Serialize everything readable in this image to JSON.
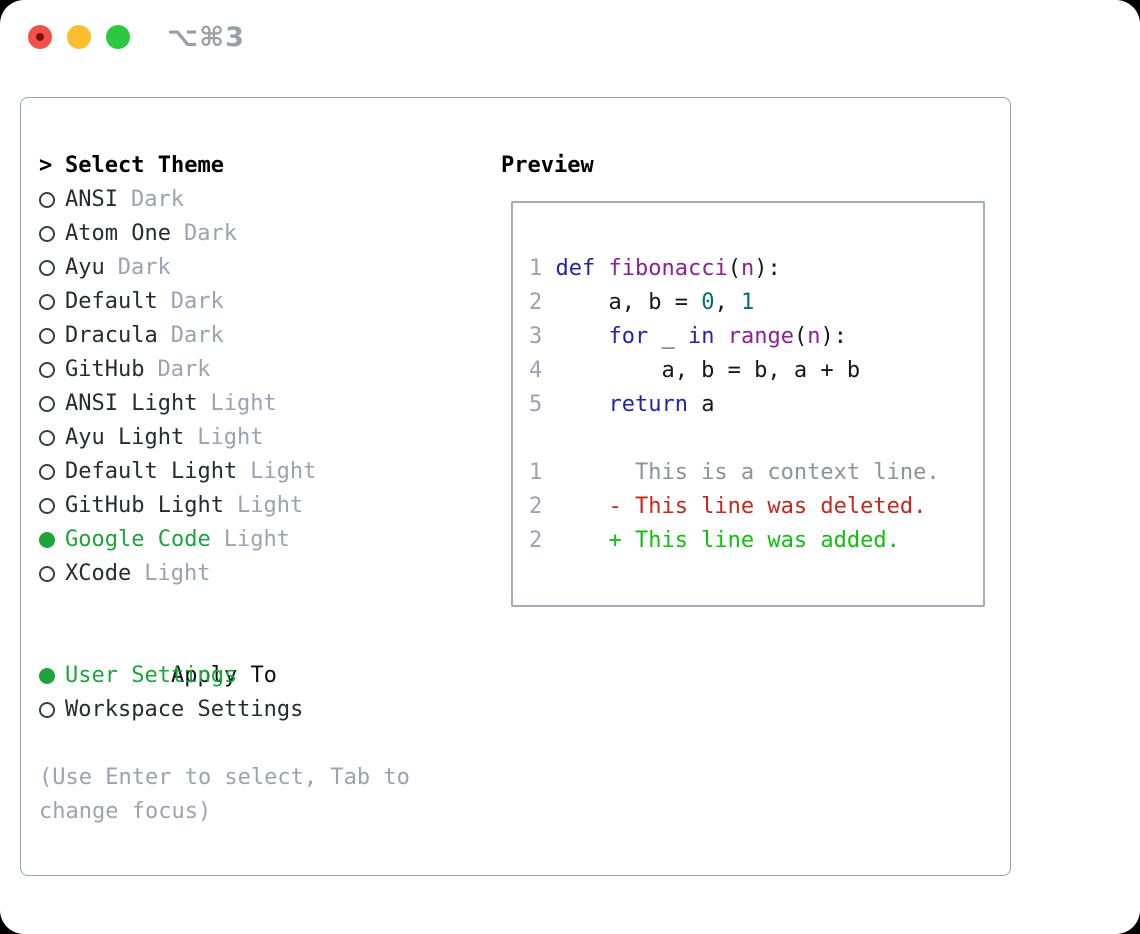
{
  "window": {
    "title": "⌥⌘3",
    "controls": [
      {
        "name": "close",
        "color": "#f4504b",
        "inner_dot_color": "#7a1010"
      },
      {
        "name": "minimize",
        "color": "#fcbd2f"
      },
      {
        "name": "zoom",
        "color": "#2bc840"
      }
    ]
  },
  "theme_selector": {
    "focus_marker": ">",
    "header": "Select Theme",
    "items": [
      {
        "name": "ANSI",
        "tag": "Dark",
        "selected": false
      },
      {
        "name": "Atom One",
        "tag": "Dark",
        "selected": false
      },
      {
        "name": "Ayu",
        "tag": "Dark",
        "selected": false
      },
      {
        "name": "Default",
        "tag": "Dark",
        "selected": false
      },
      {
        "name": "Dracula",
        "tag": "Dark",
        "selected": false
      },
      {
        "name": "GitHub",
        "tag": "Dark",
        "selected": false
      },
      {
        "name": "ANSI Light",
        "tag": "Light",
        "selected": false
      },
      {
        "name": "Ayu Light",
        "tag": "Light",
        "selected": false
      },
      {
        "name": "Default Light",
        "tag": "Light",
        "selected": false
      },
      {
        "name": "GitHub Light",
        "tag": "Light",
        "selected": false
      },
      {
        "name": "Google Code",
        "tag": "Light",
        "selected": true
      },
      {
        "name": "XCode",
        "tag": "Light",
        "selected": false
      }
    ]
  },
  "apply_to": {
    "header": "Apply To",
    "options": [
      {
        "name": "User Settings",
        "selected": true
      },
      {
        "name": "Workspace Settings",
        "selected": false
      }
    ]
  },
  "help_lines": [
    "(Use Enter to select, Tab to",
    "change focus)"
  ],
  "preview": {
    "heading": "Preview",
    "lines": [
      {
        "num": "1",
        "kind": "code",
        "tokens": [
          [
            "def",
            "keyword"
          ],
          [
            " ",
            "plain"
          ],
          [
            "fibonacci",
            "title"
          ],
          [
            "(",
            "plain"
          ],
          [
            "n",
            "title"
          ],
          [
            "):",
            "plain"
          ]
        ]
      },
      {
        "num": "2",
        "kind": "code",
        "tokens": [
          [
            "    a, b = ",
            "plain"
          ],
          [
            "0",
            "number"
          ],
          [
            ", ",
            "plain"
          ],
          [
            "1",
            "number"
          ]
        ]
      },
      {
        "num": "3",
        "kind": "code",
        "tokens": [
          [
            "    ",
            "plain"
          ],
          [
            "for",
            "keyword"
          ],
          [
            " _ ",
            "plain"
          ],
          [
            "in",
            "keyword"
          ],
          [
            " ",
            "plain"
          ],
          [
            "range",
            "title"
          ],
          [
            "(",
            "plain"
          ],
          [
            "n",
            "title"
          ],
          [
            "):",
            "plain"
          ]
        ]
      },
      {
        "num": "4",
        "kind": "code",
        "tokens": [
          [
            "        a, b = b, a + b",
            "plain"
          ]
        ]
      },
      {
        "num": "5",
        "kind": "code",
        "tokens": [
          [
            "    ",
            "plain"
          ],
          [
            "return",
            "keyword"
          ],
          [
            " a",
            "plain"
          ]
        ]
      },
      {
        "num": "",
        "kind": "blank",
        "tokens": []
      },
      {
        "num": "1",
        "kind": "diff-context",
        "tokens": [
          [
            "      This is a context line.",
            "context"
          ]
        ]
      },
      {
        "num": "2",
        "kind": "diff-deleted",
        "tokens": [
          [
            "    - This line was deleted.",
            "deleted"
          ]
        ]
      },
      {
        "num": "2",
        "kind": "diff-added",
        "tokens": [
          [
            "    + This line was added.",
            "added"
          ]
        ]
      }
    ]
  },
  "colors": {
    "selection_green": "#1da53c",
    "diff_added_green": "#0cc20c",
    "diff_deleted_red": "#c6281a",
    "keyword_blue": "#2323b2",
    "function_purple": "#8e1f96",
    "number_teal": "#076e6e",
    "line_number_gray": "#9aa4b0",
    "tag_gray": "#9aa4b0",
    "context_gray": "#8d939b",
    "panel_border": "#99a2ad",
    "preview_border": "#a4acb7"
  }
}
